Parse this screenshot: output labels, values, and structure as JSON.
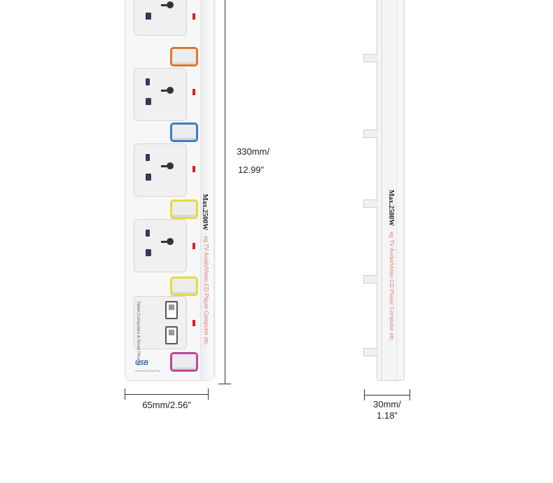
{
  "dimensions": {
    "height_line1": "330mm/",
    "height_line2": "12.99”",
    "width_label": "65mm/2.56”",
    "depth_line1": "30mm/",
    "depth_line2": "1.18”"
  },
  "product_text": {
    "max_power": "Max.2500W",
    "usage_text": "eg TV Audio/Video CD Player Computer etc.",
    "usb_panel_text": "Tablet,Computers & Smart Phones",
    "usb_logo": "USB",
    "usb_sub": "Universal Serial Bus"
  },
  "switch_colors": [
    "#e0792a",
    "#3a7fc9",
    "#e3dc3c",
    "#e3dc3c",
    "#c1449b"
  ],
  "led_color": "#d92020"
}
